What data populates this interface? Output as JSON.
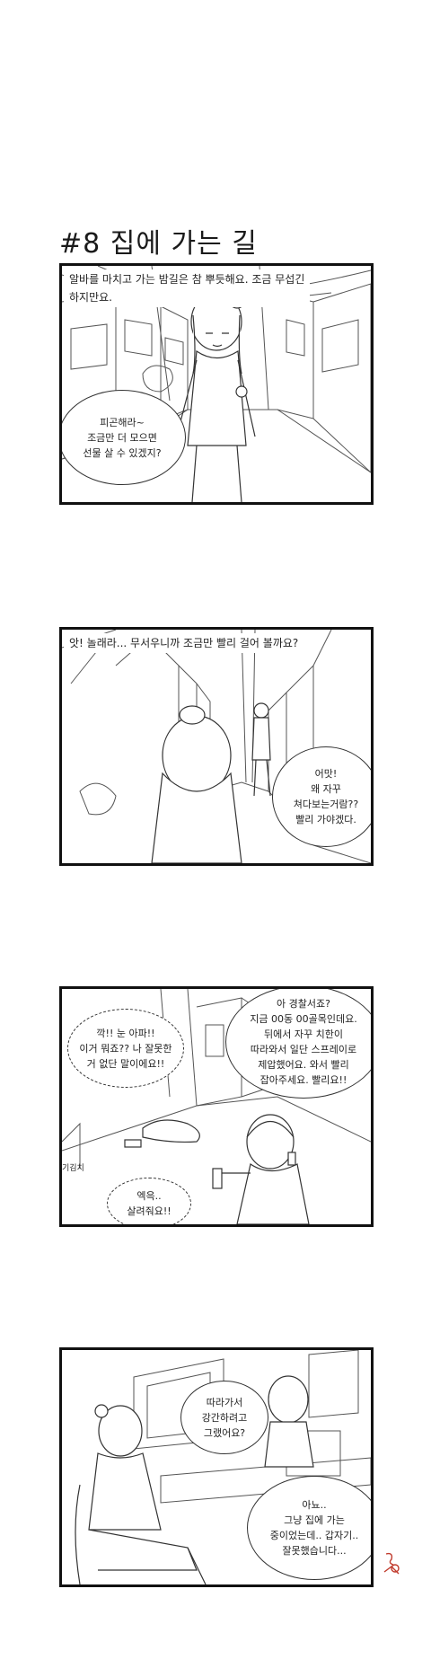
{
  "title": "#8 집에 가는 길",
  "panels": [
    {
      "caption": "알바를 마치고 가는 밤길은 참 뿌듯해요. 조금 무섭긴\n하지만요.",
      "bubble": "피곤해라~\n조금만 더 모으면\n선물 살 수 있겠지?"
    },
    {
      "caption": "앗! 놀래라... 무서우니까 조금만 빨리 걸어 볼까요?",
      "bubble": "어맛!\n왜 자꾸\n쳐다보는거람??\n빨리 가야겠다."
    },
    {
      "bubble_left": "깍!! 눈 아파!!\n이거 뭐죠?? 나 잘못한\n거 없단 말이에요!!",
      "bubble_phone": "아 경찰서죠?\n지금 00동 00골목인데요.\n뒤에서 자꾸 치한이\n따라와서 일단 스프레이로\n제압했어요. 와서 빨리\n잡아주세요. 빨리요!!",
      "bubble_help": "엑윽..\n살려줘요!!",
      "sign_text": "기김치"
    },
    {
      "bubble_question": "따라가서\n강간하려고\n그랬어요?",
      "bubble_answer": "아뇨..\n그냥 집에 가는\n중이었는데.. 갑자기..\n잘못했습니다..."
    }
  ]
}
